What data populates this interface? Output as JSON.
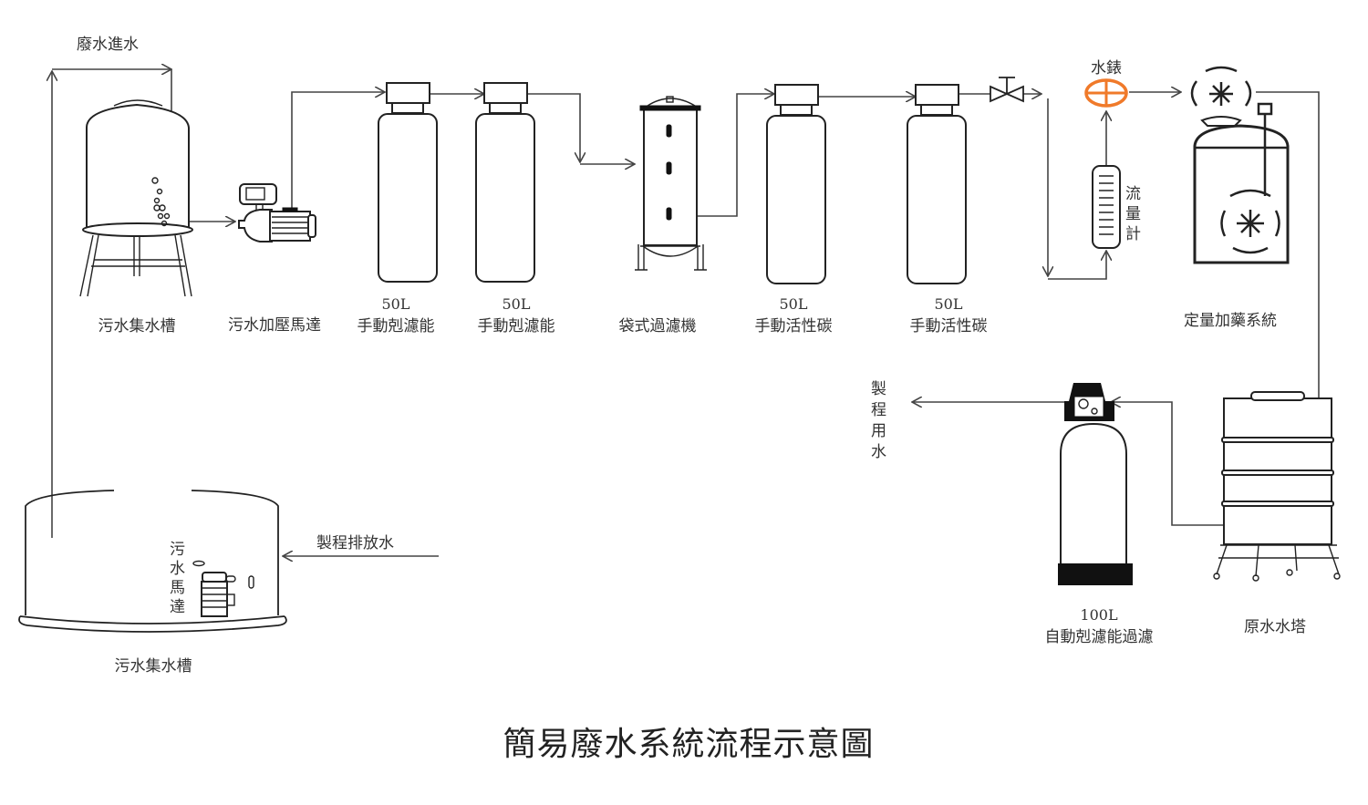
{
  "title": "簡易廢水系統流程示意圖",
  "colors": {
    "line": "#444444",
    "water_meter": "#f07a2a"
  },
  "flows": {
    "wastewater_inlet": "廢水進水",
    "process_discharge": "製程排放水",
    "process_water": "製程用水"
  },
  "equipment": {
    "collection_tank_top": {
      "label": "污水集水槽"
    },
    "pressure_pump": {
      "label": "污水加壓馬達"
    },
    "filter_1": {
      "capacity": "50L",
      "label": "手動剋濾能"
    },
    "filter_2": {
      "capacity": "50L",
      "label": "手動剋濾能"
    },
    "bag_filter": {
      "label": "袋式過濾機"
    },
    "carbon_1": {
      "capacity": "50L",
      "label": "手動活性碳"
    },
    "carbon_2": {
      "capacity": "50L",
      "label": "手動活性碳"
    },
    "water_meter": {
      "label": "水錶"
    },
    "flow_meter": {
      "label_chars": [
        "流",
        "量",
        "計"
      ]
    },
    "dosing_system": {
      "label": "定量加藥系統"
    },
    "raw_water_tower": {
      "label": "原水水塔"
    },
    "auto_filter": {
      "capacity": "100L",
      "label": "自動剋濾能過濾"
    },
    "sewage_pump": {
      "label_chars": [
        "污",
        "水",
        "馬",
        "達"
      ]
    },
    "collection_tank_bottom": {
      "label": "污水集水槽"
    }
  },
  "process_water_chars": [
    "製",
    "程",
    "用",
    "水"
  ]
}
